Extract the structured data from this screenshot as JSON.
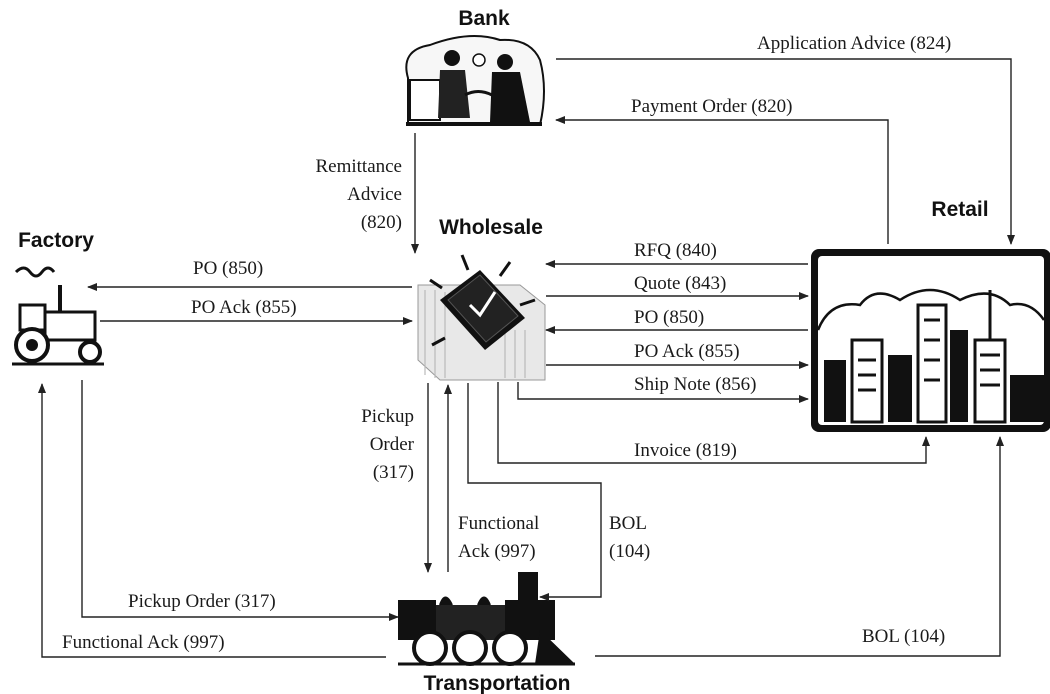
{
  "nodes": {
    "bank": "Bank",
    "wholesale": "Wholesale",
    "retail": "Retail",
    "factory": "Factory",
    "transportation": "Transportation"
  },
  "edges": {
    "application_advice": "Application Advice (824)",
    "payment_order": "Payment Order (820)",
    "remittance_1": "Remittance",
    "remittance_2": "Advice",
    "remittance_3": "(820)",
    "rfq": "RFQ (840)",
    "quote": "Quote (843)",
    "po_retail": "PO (850)",
    "po_ack_retail": "PO Ack (855)",
    "ship_note": "Ship Note (856)",
    "invoice": "Invoice (819)",
    "po_factory": "PO (850)",
    "po_ack_factory": "PO Ack (855)",
    "pickup_1": "Pickup",
    "pickup_2": "Order",
    "pickup_3": "(317)",
    "func_ack_1": "Functional",
    "func_ack_2": "Ack (997)",
    "bol_1": "BOL",
    "bol_2": "(104)",
    "pickup_factory": "Pickup Order (317)",
    "func_ack_factory": "Functional Ack (997)",
    "bol_retail": "BOL (104)"
  },
  "icons": {
    "bank": "handshake-meeting-icon",
    "wholesale": "checkbook-building-icon",
    "retail": "city-skyline-icon",
    "factory": "tractor-icon",
    "transportation": "locomotive-icon"
  }
}
